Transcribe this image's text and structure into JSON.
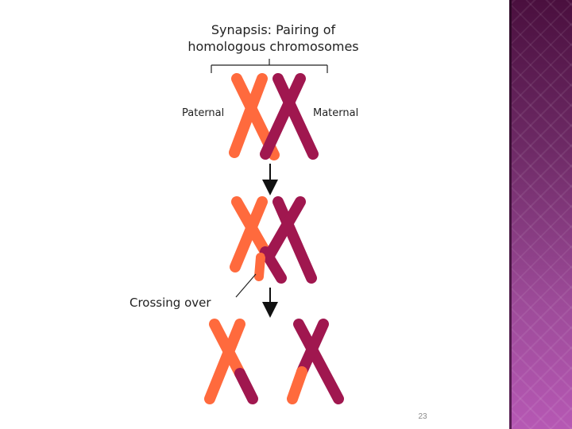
{
  "diagram": {
    "title_line1": "Synapsis: Pairing of",
    "title_line2": "homologous chromosomes",
    "label_paternal": "Paternal",
    "label_maternal": "Maternal",
    "label_crossing_over": "Crossing over"
  },
  "colors": {
    "paternal": "#ff6a3d",
    "maternal": "#a0174f",
    "sidebar_top": "#4a0f3e",
    "sidebar_bottom": "#b658b4"
  },
  "slide": {
    "page_number": "23"
  }
}
